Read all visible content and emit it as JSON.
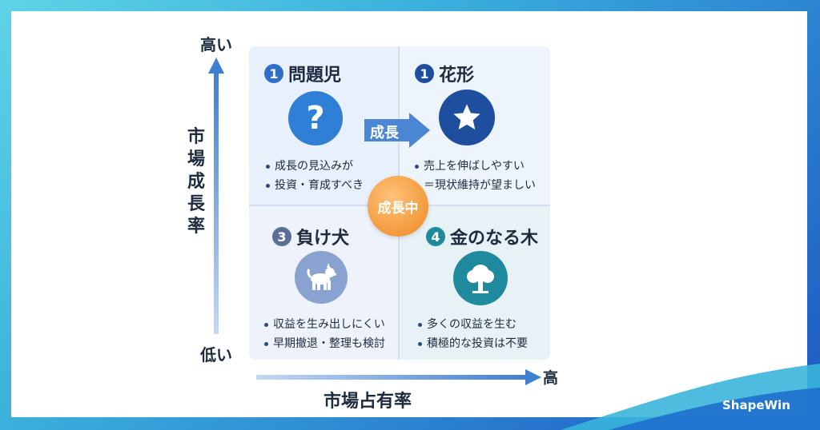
{
  "axes": {
    "y_high": "高い",
    "y_low": "低い",
    "y_title": "市場成長率",
    "x_high": "高",
    "x_title": "市場占有率"
  },
  "quadrants": {
    "q1": {
      "num": "1",
      "title": "問題児",
      "icon": "question-icon",
      "bullets": [
        "成長の見込みが",
        "投資・育成すべき"
      ]
    },
    "q2": {
      "num": "1",
      "title": "花形",
      "icon": "star-icon",
      "bullets": [
        "売上を伸ばしやすい",
        "＝現状維持が望ましい"
      ]
    },
    "q3": {
      "num": "3",
      "title": "負け犬",
      "icon": "dog-icon",
      "bullets": [
        "収益を生み出しにくい",
        "早期撤退・整理も検討"
      ]
    },
    "q4": {
      "num": "4",
      "title": "金のなる木",
      "icon": "tree-icon",
      "bullets": [
        "多くの収益を生む",
        "積極的な投資は不要"
      ]
    }
  },
  "growth_arrow_label": "成長",
  "center_label": "成長中",
  "logo": "ShapeWin",
  "colors": {
    "q1_icon": "#2f7fd6",
    "q2_icon": "#1e4f9e",
    "q3_icon": "#8aa2cf",
    "q4_icon": "#1f8a9e",
    "center": "#f39a3c",
    "arrow": "#4a86d4"
  }
}
